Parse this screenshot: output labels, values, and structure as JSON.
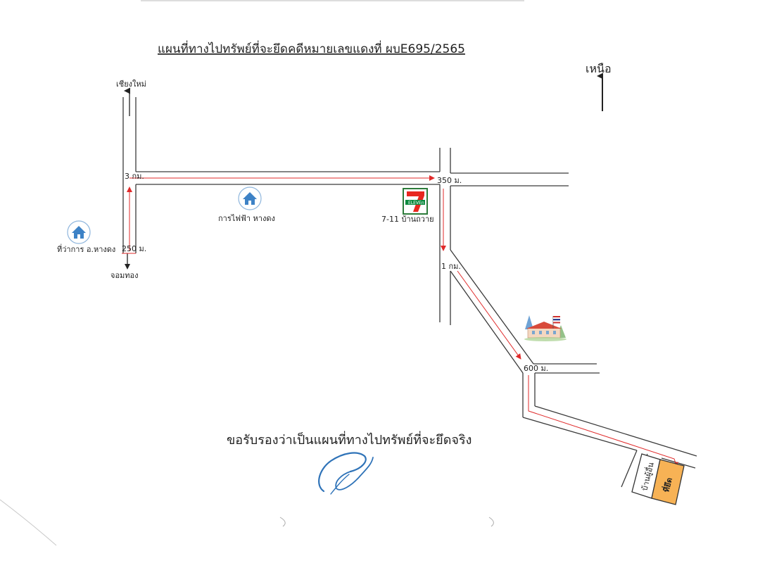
{
  "title": "แผนที่ทางไปทรัพย์ที่จะยึดคดีหมายเลขแดงที่ ผบE695/2565",
  "north_label": "เหนือ",
  "directions": {
    "north_road": "เชียงใหม่",
    "south_road": "จอมทอง"
  },
  "distances": {
    "d1": "250 ม.",
    "d2": "3 กม.",
    "d3": "350 ม.",
    "d4": "1 กม.",
    "d5": "600 ม."
  },
  "landmarks": {
    "district_office": "ที่ว่าการ อ.หางดง",
    "electricity_office": "การไฟฟ้า หางดง",
    "seven_eleven": "7-11 บ้านถวาย",
    "seven_eleven_logo_text": "ELEVEn",
    "neighbor_house": "บ้านผู้อื่น",
    "seized_property": "ที่ยึด"
  },
  "certification": "ขอรับรองว่าเป็นแผนที่ทางไปทรัพย์ที่จะยึดจริง",
  "colors": {
    "route": "#e02a2a",
    "road": "#3a3a3a",
    "property_fill": "#f7b255",
    "house_icon": "#3d82c6",
    "signature": "#2f73b8"
  }
}
